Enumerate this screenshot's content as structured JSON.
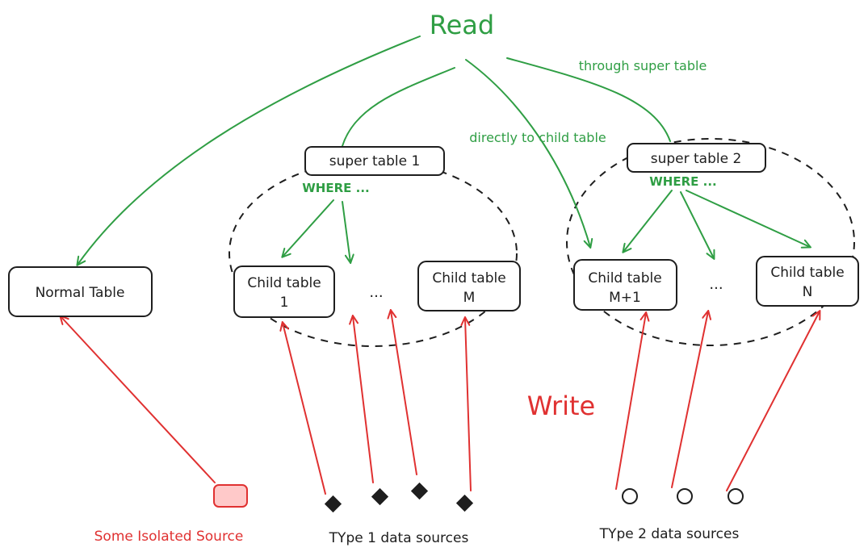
{
  "labels": {
    "read": "Read",
    "write": "Write",
    "through_super_table": "through super table",
    "directly_to_child": "directly to child table",
    "where_1": "WHERE ...",
    "where_2": "WHERE ...",
    "ellipsis_1": "...",
    "ellipsis_2": "..."
  },
  "tables": {
    "normal": "Normal Table",
    "super_1": "super table 1",
    "super_2": "super table 2",
    "child_1_line1": "Child table",
    "child_1_line2": "1",
    "child_m_line1": "Child table",
    "child_m_line2": "M",
    "child_m1_line1": "Child table",
    "child_m1_line2": "M+1",
    "child_n_line1": "Child table",
    "child_n_line2": "N"
  },
  "sources": {
    "isolated": "Some Isolated Source",
    "type1": "TYpe 1 data sources",
    "type2": "TYpe 2 data sources"
  },
  "colors": {
    "read": "#2f9e44",
    "write": "#e03131",
    "ink": "#1e1e1e",
    "isolated_fill": "#ffc9c9"
  }
}
